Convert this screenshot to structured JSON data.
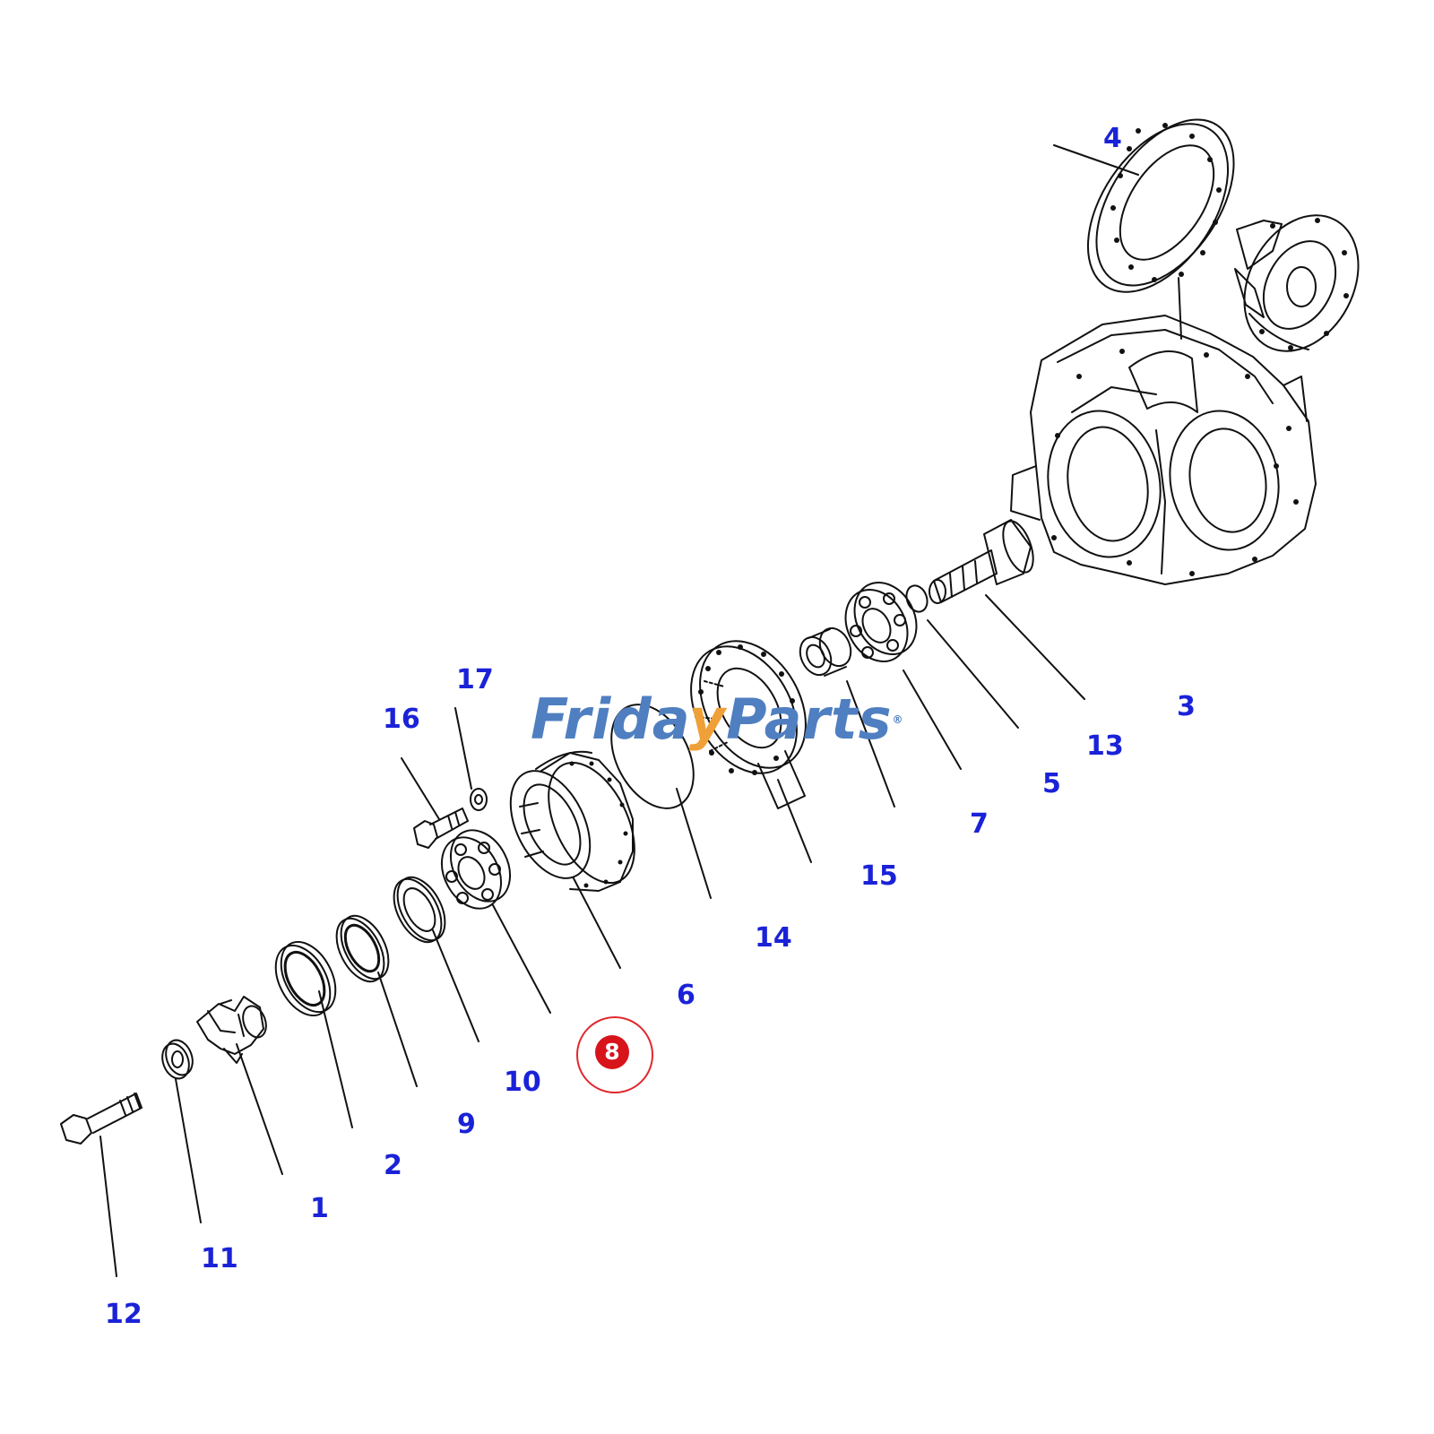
{
  "labels": {
    "p1": "1",
    "p2": "2",
    "p3": "3",
    "p4": "4",
    "p5": "5",
    "p6": "6",
    "p7": "7",
    "p8": "8",
    "p9": "9",
    "p10": "10",
    "p11": "11",
    "p12": "12",
    "p13": "13",
    "p14": "14",
    "p15": "15",
    "p16": "16",
    "p17": "17"
  },
  "highlight": {
    "part": "8",
    "ring_color": "#e0282e",
    "fill_color": "#d8141b"
  },
  "watermark": {
    "part1": "Frida",
    "part2": "y",
    "part3": "Parts",
    "reg": "®",
    "primary_color": "#4f7fc0",
    "accent_color": "#f0a038"
  },
  "colors": {
    "label": "#1a22d8",
    "line": "#111111"
  }
}
